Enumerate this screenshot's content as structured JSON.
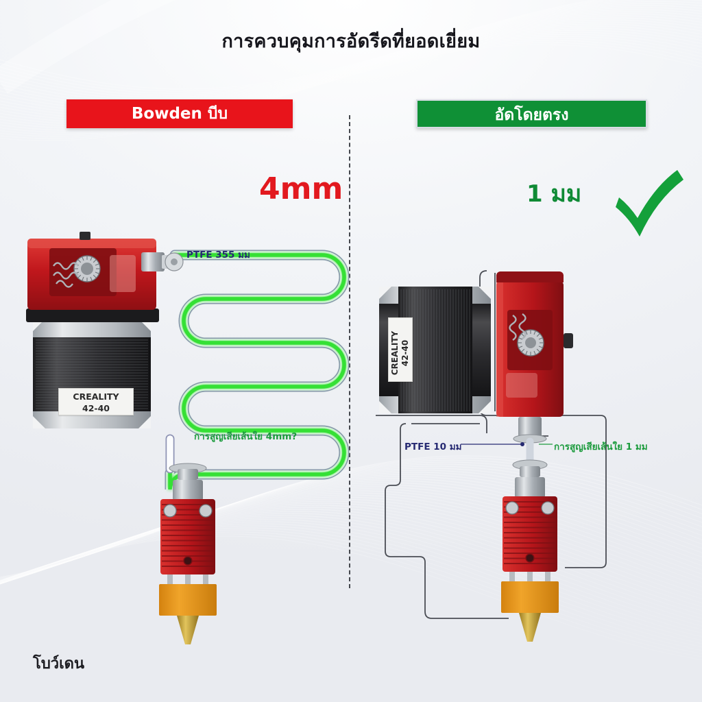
{
  "page": {
    "title": "การควบคุมการอัดรีดที่ยอดเยี่ยม",
    "footer_label": "โบว์เดน",
    "background_color": "#eef0f4"
  },
  "left_panel": {
    "banner_label": "Bowden บีบ",
    "banner_color": "#e8141b",
    "distance_value": "4mm",
    "distance_color": "#e2191f",
    "ptfe_label": "PTFE 355 มม",
    "ptfe_label_color": "#262a72",
    "loss_label": "การสูญเสียเส้นใย 4mm?",
    "loss_label_color": "#1c9b3d",
    "motor_brand": "CREALITY",
    "motor_model": "42-40"
  },
  "right_panel": {
    "banner_label": "อัดโดยตรง",
    "banner_color": "#0f9036",
    "distance_value": "1 มม",
    "distance_color": "#0f8a35",
    "ptfe_label": "PTFE 10 มม",
    "ptfe_label_color": "#262a72",
    "loss_label": "การสูญเสียเส้นใย 1 มม",
    "loss_label_color": "#1c9b3d",
    "motor_brand": "CREALITY",
    "motor_model": "42-40",
    "check_mark_color": "#0f8a35"
  },
  "colors": {
    "filament_green": "#35e035",
    "extruder_red": "#c0171c",
    "heater_block_orange": "#e8941a",
    "nozzle_brass": "#c8a434",
    "steel": "#b9bdc2",
    "motor_black": "#2c2c2e",
    "outline": "#4a4d54"
  }
}
